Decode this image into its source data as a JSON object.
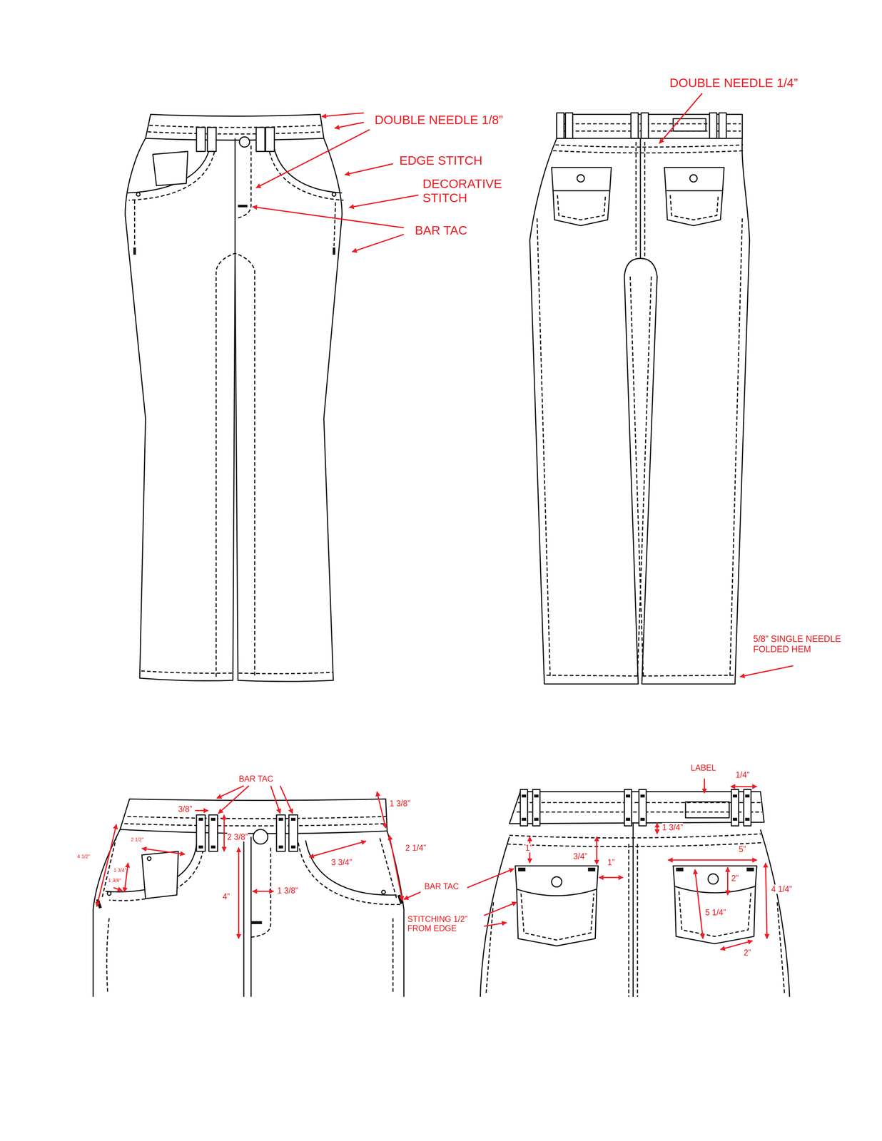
{
  "diagram": {
    "labels": [
      "DOUBLE NEEDLE 1/4”",
      "DOUBLE NEEDLE 1/8”",
      "EDGE STITCH",
      "DECORATIVE STITCH",
      "BAR TAC",
      "5/8” SINGLE NEEDLE FOLDED HEM",
      "BAR TAC",
      "3/8”",
      "2 3/8”",
      "1 3/8”",
      "2 1/4”",
      "3 3/4”",
      "4 1/2”",
      "2 1/2”",
      "1 3/4”",
      "1 3/8”",
      "4”",
      "1 3/8”",
      "BAR TAC",
      "LABEL",
      "1/4”",
      "1 3/4”",
      "1”",
      "3/4”",
      "5”",
      "1”",
      "2”",
      "4 1/4”",
      "5 1/4”",
      "STITCHING 1/2” FROM EDGE",
      "2”"
    ]
  }
}
